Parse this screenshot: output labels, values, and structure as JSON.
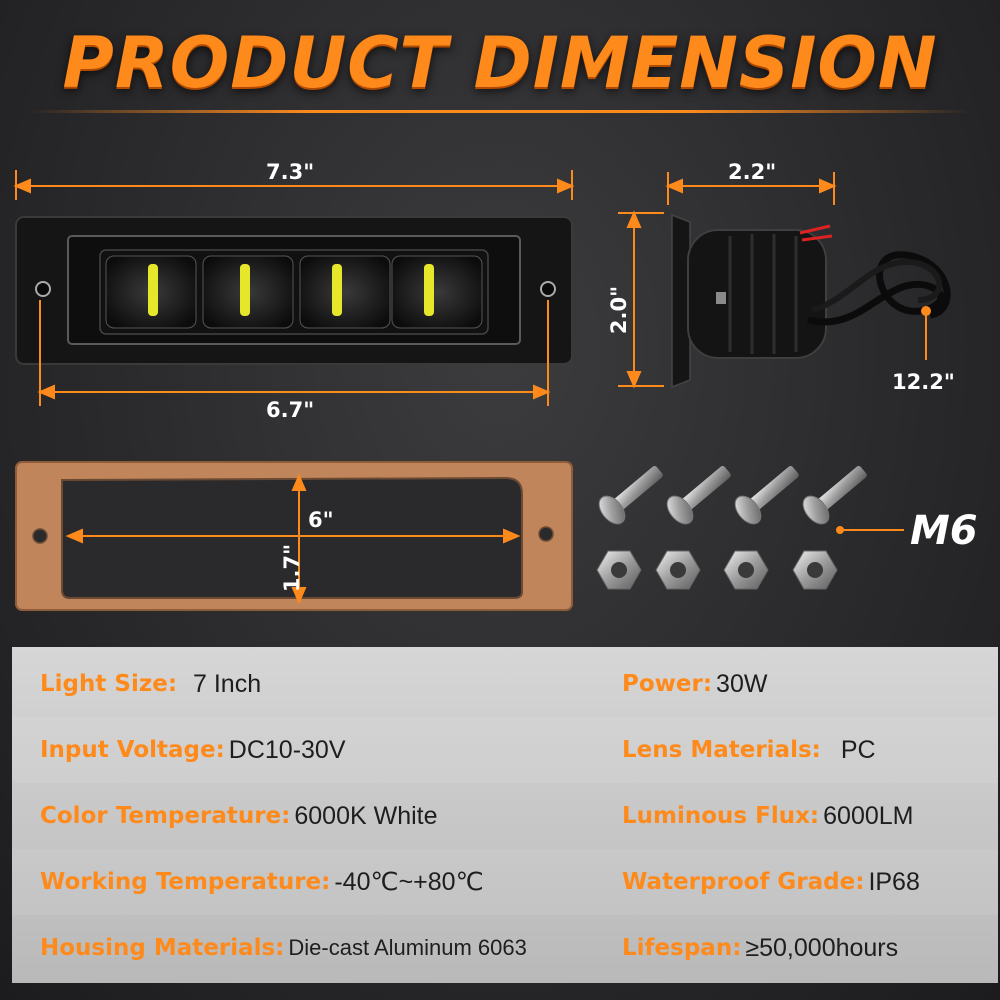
{
  "title": "PRODUCT DIMENSION",
  "dimensions": {
    "front_width": "7.3\"",
    "mount_width": "6.7\"",
    "side_depth": "2.2\"",
    "side_height": "2.0\"",
    "cable_length": "12.2\"",
    "gasket_width": "6\"",
    "gasket_height": "1.7\"",
    "bolt_size": "M6"
  },
  "colors": {
    "accent": "#ff8a1c",
    "led": "#e6e62a",
    "gasket": "#c0855b"
  },
  "specs": [
    {
      "left_label": "Light Size:",
      "left_value": "7 Inch",
      "right_label": "Power:",
      "right_value": "30W"
    },
    {
      "left_label": "Input Voltage:",
      "left_value": "DC10-30V",
      "right_label": "Lens Materials:",
      "right_value": "PC"
    },
    {
      "left_label": "Color Temperature:",
      "left_value": "6000K White",
      "right_label": "Luminous Flux:",
      "right_value": "6000LM"
    },
    {
      "left_label": "Working Temperature:",
      "left_value": "-40℃~+80℃",
      "right_label": "Waterproof Grade:",
      "right_value": "IP68"
    },
    {
      "left_label": "Housing Materials:",
      "left_value": "Die-cast Aluminum 6063",
      "right_label": "Lifespan:",
      "right_value": "≥50,000hours"
    }
  ]
}
